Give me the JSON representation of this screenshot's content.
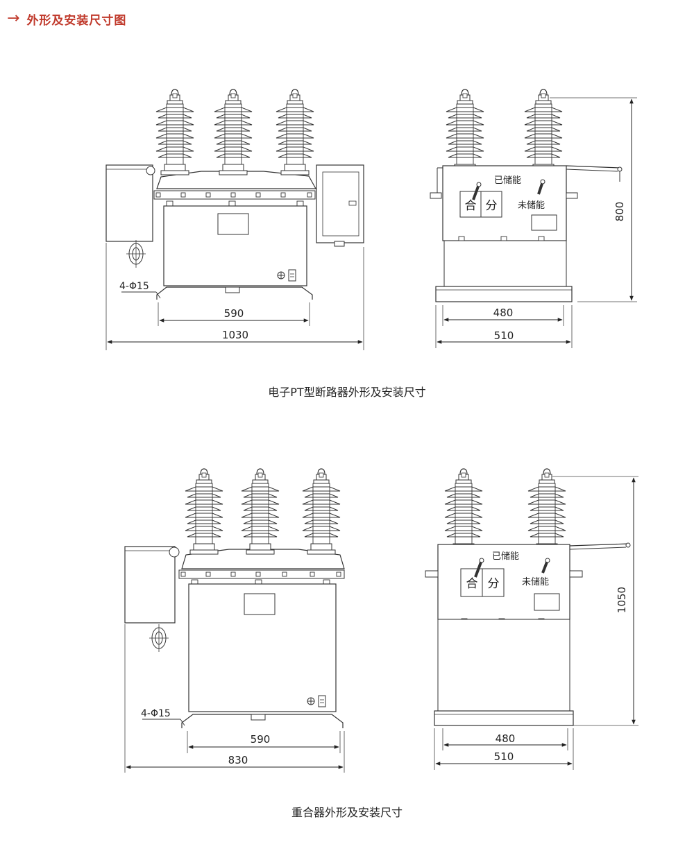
{
  "header": {
    "title": "外形及安装尺寸图",
    "icon": "arrow-right-icon"
  },
  "figure1": {
    "caption": "电子PT型断路器外形及安装尺寸",
    "front": {
      "hole_label": "4-Φ15",
      "dim_inner": "590",
      "dim_outer": "1030"
    },
    "side": {
      "label_stored": "已储能",
      "label_not_stored": "未储能",
      "label_close": "合",
      "label_open": "分",
      "dim_inner": "480",
      "dim_outer": "510",
      "dim_height": "800"
    }
  },
  "figure2": {
    "caption": "重合器外形及安装尺寸",
    "front": {
      "hole_label": "4-Φ15",
      "dim_inner": "590",
      "dim_outer": "830"
    },
    "side": {
      "label_stored": "已储能",
      "label_not_stored": "未储能",
      "label_close": "合",
      "label_open": "分",
      "dim_inner": "480",
      "dim_outer": "510",
      "dim_height": "1050"
    }
  },
  "colors": {
    "accent": "#c0392b",
    "line": "#333333"
  }
}
